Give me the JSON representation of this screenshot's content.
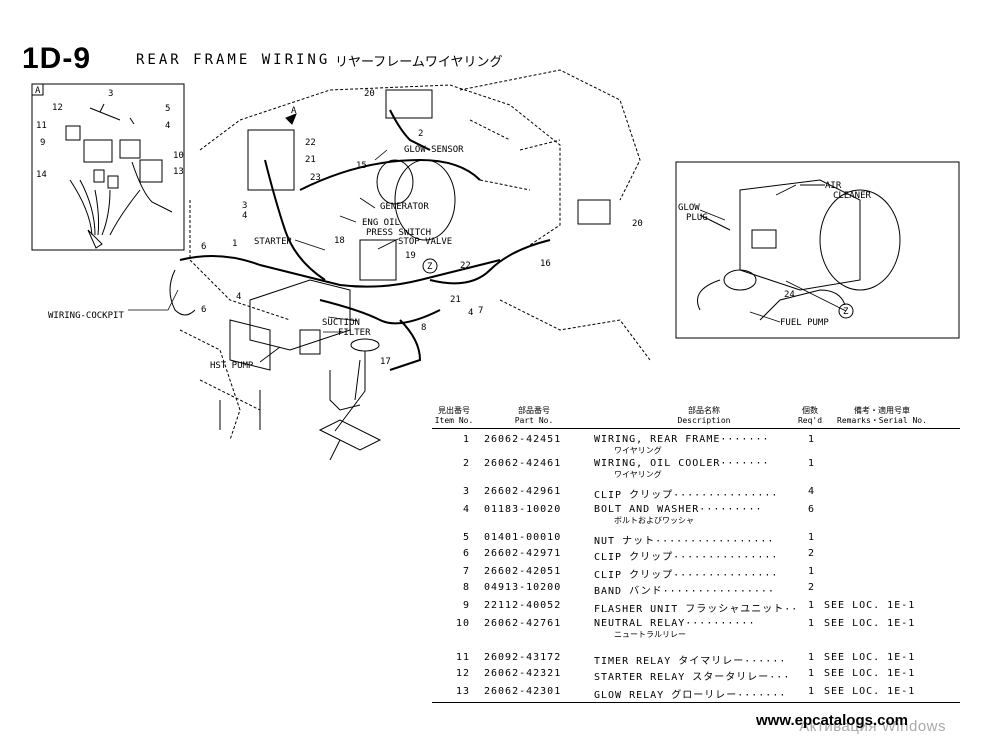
{
  "header": {
    "page_num": "1D-9",
    "title": "REAR FRAME WIRING",
    "title_jp": "リヤーフレームワイヤリング"
  },
  "diagram": {
    "inset_a_label": "A",
    "view_arrow_label": "A",
    "labels": {
      "wiring_cockpit": "WIRING-COCKPIT",
      "glow_sensor": "GLOW SENSOR",
      "generator": "GENERATOR",
      "eng_oil": "ENG OIL",
      "press_switch": "PRESS SWITCH",
      "starter": "STARTER",
      "stop_valve": "STOP VALVE",
      "suction": "SUCTION",
      "filter": "FILTER",
      "hst_pump": "HST PUMP",
      "air": "AIR",
      "cleaner": "CLEANER",
      "glow": "GLOW",
      "plug": "PLUG",
      "fuel_pump": "FUEL PUMP",
      "z_mark": "Z"
    },
    "callouts": [
      "1",
      "2",
      "3",
      "4",
      "5",
      "6",
      "7",
      "8",
      "9",
      "10",
      "11",
      "12",
      "13",
      "14",
      "15",
      "16",
      "17",
      "18",
      "19",
      "20",
      "21",
      "22",
      "23",
      "24"
    ]
  },
  "parts_table": {
    "headers": {
      "item_jp": "見出番号",
      "item_en": "Item No.",
      "part_jp": "部品番号",
      "part_en": "Part No.",
      "desc_jp": "部品名称",
      "desc_en": "Description",
      "qty_jp": "個数",
      "qty_en": "Req'd",
      "rem_jp": "備考・適用号車",
      "rem_en": "Remarks・Serial No."
    },
    "rows": [
      {
        "no": "1",
        "part": "26062-42451",
        "desc": "WIRING, REAR FRAME·······",
        "jp": "ワイヤリング",
        "qty": "1",
        "rem": ""
      },
      {
        "no": "2",
        "part": "26062-42461",
        "desc": "WIRING, OIL COOLER·······",
        "jp": "ワイヤリング",
        "qty": "1",
        "rem": ""
      },
      {
        "no": "3",
        "part": "26602-42961",
        "desc": "CLIP クリップ···············",
        "jp": "",
        "qty": "4",
        "rem": ""
      },
      {
        "no": "4",
        "part": "01183-10020",
        "desc": "BOLT AND WASHER·········",
        "jp": "ボルトおよびワッシャ",
        "qty": "6",
        "rem": ""
      },
      {
        "no": "5",
        "part": "01401-00010",
        "desc": "NUT ナット·················",
        "jp": "",
        "qty": "1",
        "rem": ""
      },
      {
        "no": "6",
        "part": "26602-42971",
        "desc": "CLIP クリップ···············",
        "jp": "",
        "qty": "2",
        "rem": ""
      },
      {
        "no": "7",
        "part": "26602-42051",
        "desc": "CLIP クリップ···············",
        "jp": "",
        "qty": "1",
        "rem": ""
      },
      {
        "no": "8",
        "part": "04913-10200",
        "desc": "BAND バンド················",
        "jp": "",
        "qty": "2",
        "rem": ""
      },
      {
        "no": "9",
        "part": "22112-40052",
        "desc": "FLASHER UNIT フラッシャユニット··",
        "jp": "",
        "qty": "1",
        "rem": "SEE LOC. 1E-1"
      },
      {
        "no": "10",
        "part": "26062-42761",
        "desc": "NEUTRAL RELAY··········",
        "jp": "ニュートラルリレー",
        "qty": "1",
        "rem": "SEE LOC. 1E-1"
      },
      {
        "no": "11",
        "part": "26092-43172",
        "desc": "TIMER RELAY タイマリレー······",
        "jp": "",
        "qty": "1",
        "rem": "SEE LOC. 1E-1"
      },
      {
        "no": "12",
        "part": "26062-42321",
        "desc": "STARTER RELAY スタータリレー···",
        "jp": "",
        "qty": "1",
        "rem": "SEE LOC. 1E-1"
      },
      {
        "no": "13",
        "part": "26062-42301",
        "desc": "GLOW RELAY グローリレー·······",
        "jp": "",
        "qty": "1",
        "rem": "SEE LOC. 1E-1"
      }
    ]
  },
  "footer": {
    "watermark": "Активация Windows",
    "site": "www.epcatalogs.com"
  }
}
